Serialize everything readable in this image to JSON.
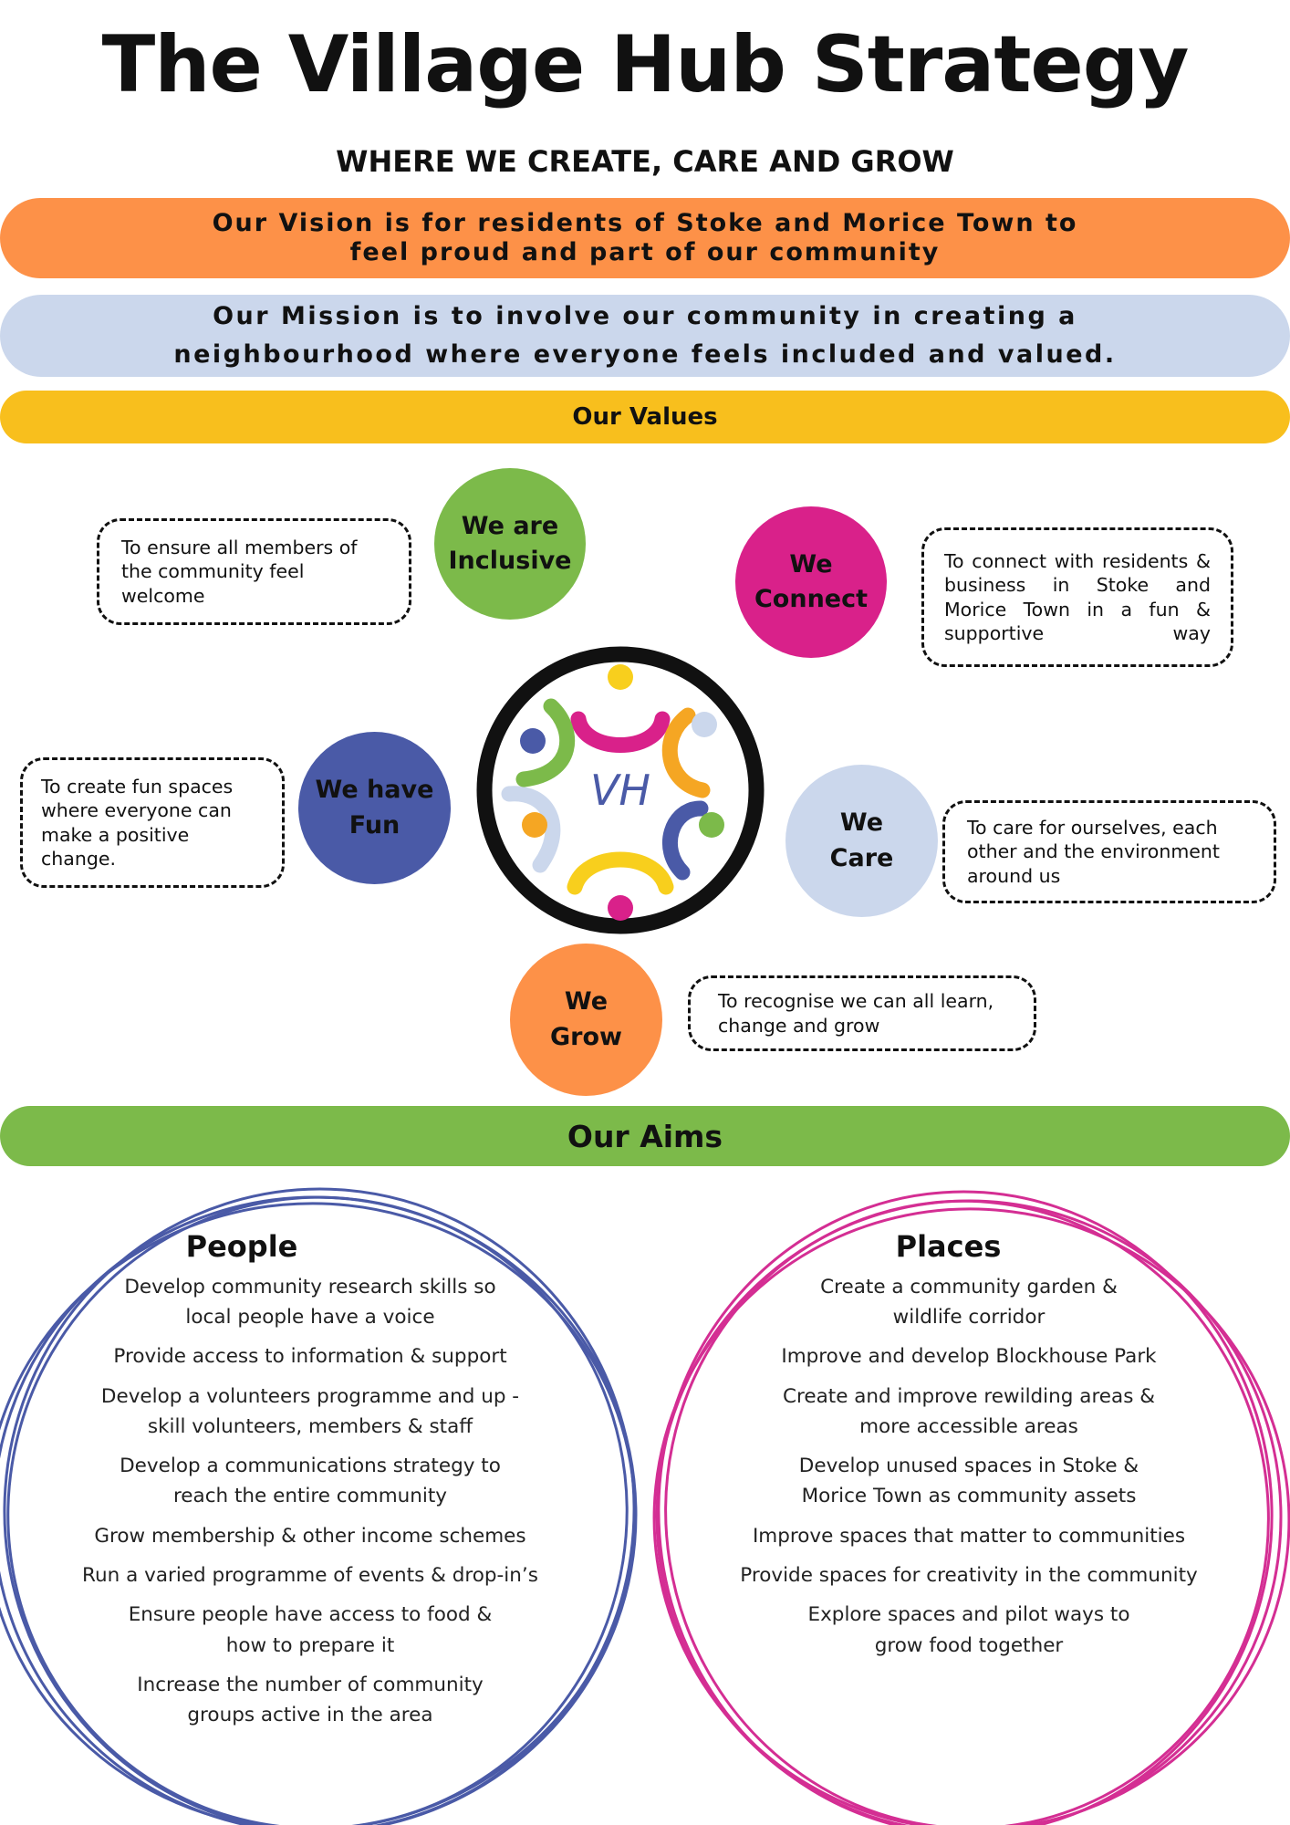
{
  "header": {
    "title": "The Village Hub Strategy",
    "subtitle": "WHERE WE CREATE, CARE AND GROW"
  },
  "vision": "Our Vision is for residents of Stoke and Morice Town to feel proud and part of our community",
  "mission": "Our Mission is to involve our community in creating a neighbourhood where everyone feels included and valued.",
  "values": {
    "heading": "Our Values",
    "logo_text": "VH",
    "items": [
      {
        "name": "We are Inclusive",
        "description": "To ensure all members of the community feel welcome",
        "color": "#7CBA4A"
      },
      {
        "name": "We Connect",
        "description": "To connect with residents & business in Stoke and Morice Town in a fun & supportive way",
        "color": "#D9218A"
      },
      {
        "name": "We have Fun",
        "description": "To create fun spaces where everyone can make a positive change.",
        "color": "#4A5AA7"
      },
      {
        "name": "We Care",
        "description": "To care for ourselves, each other and the environment around us",
        "color": "#CBD7EC"
      },
      {
        "name": "We Grow",
        "description": "To recognise we can all learn, change and grow",
        "color": "#FD9148"
      }
    ]
  },
  "aims": {
    "heading": "Our Aims",
    "people": {
      "title": "People",
      "color": "#4A5AA7",
      "items": [
        "Develop community research skills so local people have a voice",
        "Provide access to information & support",
        "Develop a volunteers programme and up -skill volunteers, members & staff",
        "Develop a communications strategy to reach the entire community",
        "Grow membership & other income schemes",
        "Run a varied programme of events & drop-in’s",
        "Ensure people have access to food & how to prepare it",
        "Increase the number of community groups active in the area"
      ]
    },
    "places": {
      "title": "Places",
      "color": "#D42E93",
      "items": [
        "Create a community garden & wildlife corridor",
        "Improve and develop Blockhouse Park",
        "Create and improve rewilding areas & more accessible areas",
        "Develop unused spaces in Stoke & Morice Town as community assets",
        "Improve spaces that matter to communities",
        "Provide spaces for creativity in the community",
        "Explore spaces and pilot ways to grow food together"
      ]
    }
  }
}
